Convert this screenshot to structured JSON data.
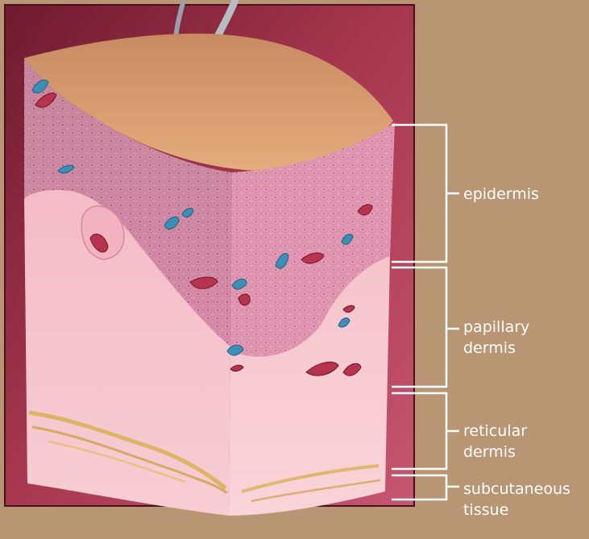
{
  "labels": {
    "epidermis": "epidermis",
    "papillary_line1": "papillary",
    "papillary_line2": "dermis",
    "reticular_line1": "reticular",
    "reticular_line2": "dermis",
    "subcutaneous_line1": "subcutaneous",
    "subcutaneous_line2": "tissue"
  },
  "colors": {
    "background": "#b89573",
    "frame_backdrop": "#8e2a45",
    "skin_surface": "#d89a6e",
    "epidermis": "#d98ea8",
    "dermis": "#f2b8c2",
    "blue_vessel": "#3d8fb8",
    "red_vessel": "#b8344e",
    "fat": "#d8b054",
    "bracket": "#ffffff"
  }
}
